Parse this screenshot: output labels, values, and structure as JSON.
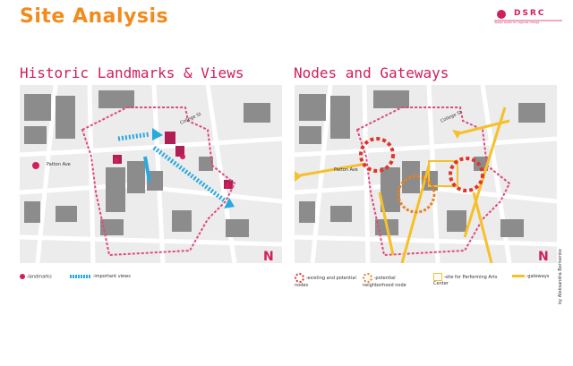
{
  "page": {
    "title": "Site Analysis",
    "credit": "by Aleksandra Borisenko"
  },
  "logo": {
    "text": "DSRC",
    "subtitle": "design studio for regional change"
  },
  "panels": [
    {
      "title": "Historic Landmarks & Views",
      "streets": [
        "College St",
        "Patton Ave"
      ],
      "north": "N",
      "legend": [
        {
          "icon": "landmark-icon",
          "label": "-landmarks"
        },
        {
          "icon": "view-arrow-icon",
          "label": "-important views"
        }
      ]
    },
    {
      "title": "Nodes and Gateways",
      "streets": [
        "College St",
        "Patton Ave"
      ],
      "north": "N",
      "legend": [
        {
          "icon": "existing-node-icon",
          "label": "-existing and potential nodes"
        },
        {
          "icon": "neighborhood-node-icon",
          "label": "-potential neighborhood node"
        },
        {
          "icon": "site-icon",
          "label": "-site for Performing Arts Center"
        },
        {
          "icon": "gateway-arrow-icon",
          "label": "-gateways"
        }
      ]
    }
  ],
  "colors": {
    "accent_orange": "#f28a1c",
    "accent_magenta": "#cf1e5c",
    "view_blue": "#29a9e0",
    "gateway_yellow": "#f5c02a",
    "node_red": "#e0342a",
    "node_orange": "#e8811e"
  }
}
